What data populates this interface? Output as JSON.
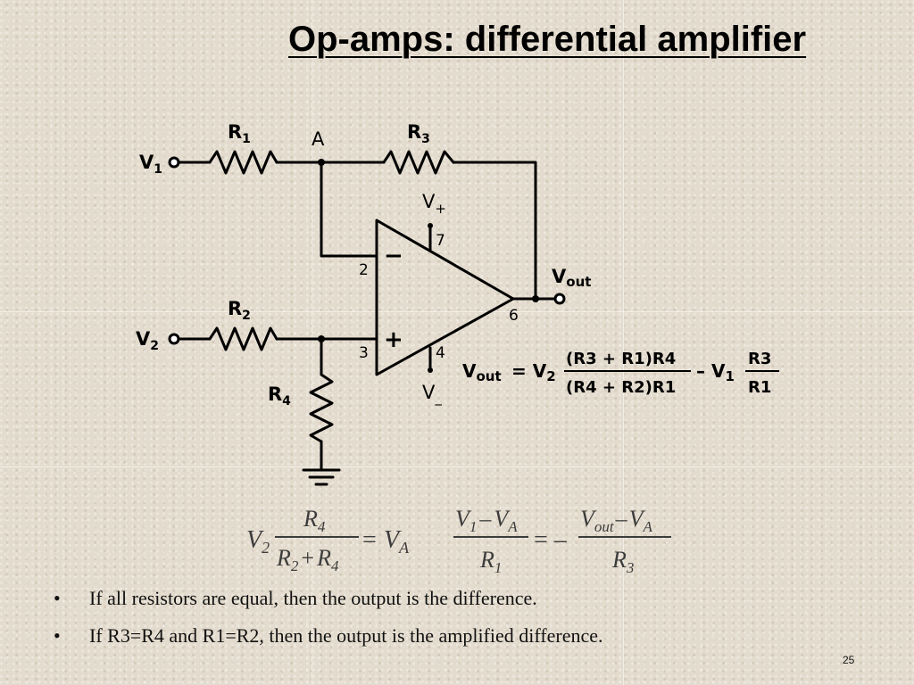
{
  "slide": {
    "title": "Op-amps: differential amplifier",
    "page_number": "25"
  },
  "circuit": {
    "inputs": {
      "v1": "V",
      "v1_sub": "1",
      "v2": "V",
      "v2_sub": "2"
    },
    "resistors": {
      "r1": "R",
      "r1_sub": "1",
      "r2": "R",
      "r2_sub": "2",
      "r3": "R",
      "r3_sub": "3",
      "r4": "R",
      "r4_sub": "4"
    },
    "node_a": "A",
    "supply": {
      "pos": "V",
      "pos_sub": "+",
      "neg": "V",
      "neg_sub": "_"
    },
    "pins": {
      "inverting": "2",
      "noninverting": "3",
      "vplus": "7",
      "vminus": "4",
      "output": "6"
    },
    "signs": {
      "minus": "−",
      "plus": "+"
    },
    "output": {
      "label": "V",
      "label_sub": "out"
    }
  },
  "vout_formula": {
    "lhs": "V",
    "lhs_sub": "out",
    "eq": "= V",
    "eq_sub": "2",
    "frac1_num": "(R3 + R1)R4",
    "frac1_den": "(R4 + R2)R1",
    "mid": "– V",
    "mid_sub": "1",
    "frac2_num": "R3",
    "frac2_den": "R1"
  },
  "equation_left": {
    "v2": "V",
    "v2_sub": "2",
    "num": "R",
    "num_sub": "4",
    "den_a": "R",
    "den_a_sub": "2",
    "den_plus": "+",
    "den_b": "R",
    "den_b_sub": "4",
    "eq": "=",
    "va": "V",
    "va_sub": "A"
  },
  "equation_right": {
    "num_left": "V",
    "num_left_sub": "1",
    "num_minus": "–",
    "num_right": "V",
    "num_right_sub": "A",
    "den_left": "R",
    "den_left_sub": "1",
    "eq": "= –",
    "num2_left": "V",
    "num2_left_sub": "out",
    "num2_minus": "–",
    "num2_right": "V",
    "num2_right_sub": "A",
    "den2": "R",
    "den2_sub": "3"
  },
  "bullets": [
    "If all resistors are equal, then the output is the difference.",
    "If R3=R4 and R1=R2, then the output is the amplified difference."
  ]
}
